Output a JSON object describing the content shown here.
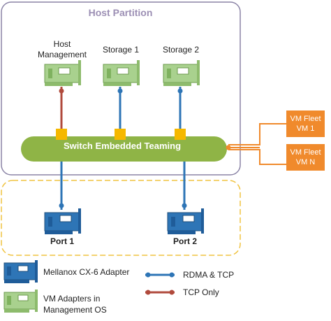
{
  "diagram": {
    "host_partition_title": "Host Partition",
    "vnics": [
      {
        "label": "Host\nManagement",
        "link": "tcp-only"
      },
      {
        "label": "Storage 1",
        "link": "rdma-tcp"
      },
      {
        "label": "Storage 2",
        "link": "rdma-tcp"
      }
    ],
    "set_label": "Switch Embedded Teaming",
    "vms": [
      {
        "line1": "VM Fleet",
        "line2": "VM 1"
      },
      {
        "line1": "VM Fleet",
        "line2": "VM N"
      }
    ],
    "ports": [
      {
        "label": "Port 1"
      },
      {
        "label": "Port 2"
      }
    ],
    "legend": {
      "mellanox": "Mellanox CX-6 Adapter",
      "vm_adapters_line1": "VM Adapters in",
      "vm_adapters_line2": "Management OS",
      "rdma_tcp": "RDMA & TCP",
      "tcp_only": "TCP Only"
    }
  },
  "colors": {
    "rdma_tcp": "#2e75b6",
    "tcp_only": "#b04a3c",
    "set_bar": "#8fb446",
    "vm_box": "#f08a2c",
    "port_connector": "#f5b800",
    "host_partition_border": "#8b84a6",
    "physical_border": "#f0c341",
    "vnic_card": "#a9d18e",
    "physical_card": "#2e75b6"
  }
}
